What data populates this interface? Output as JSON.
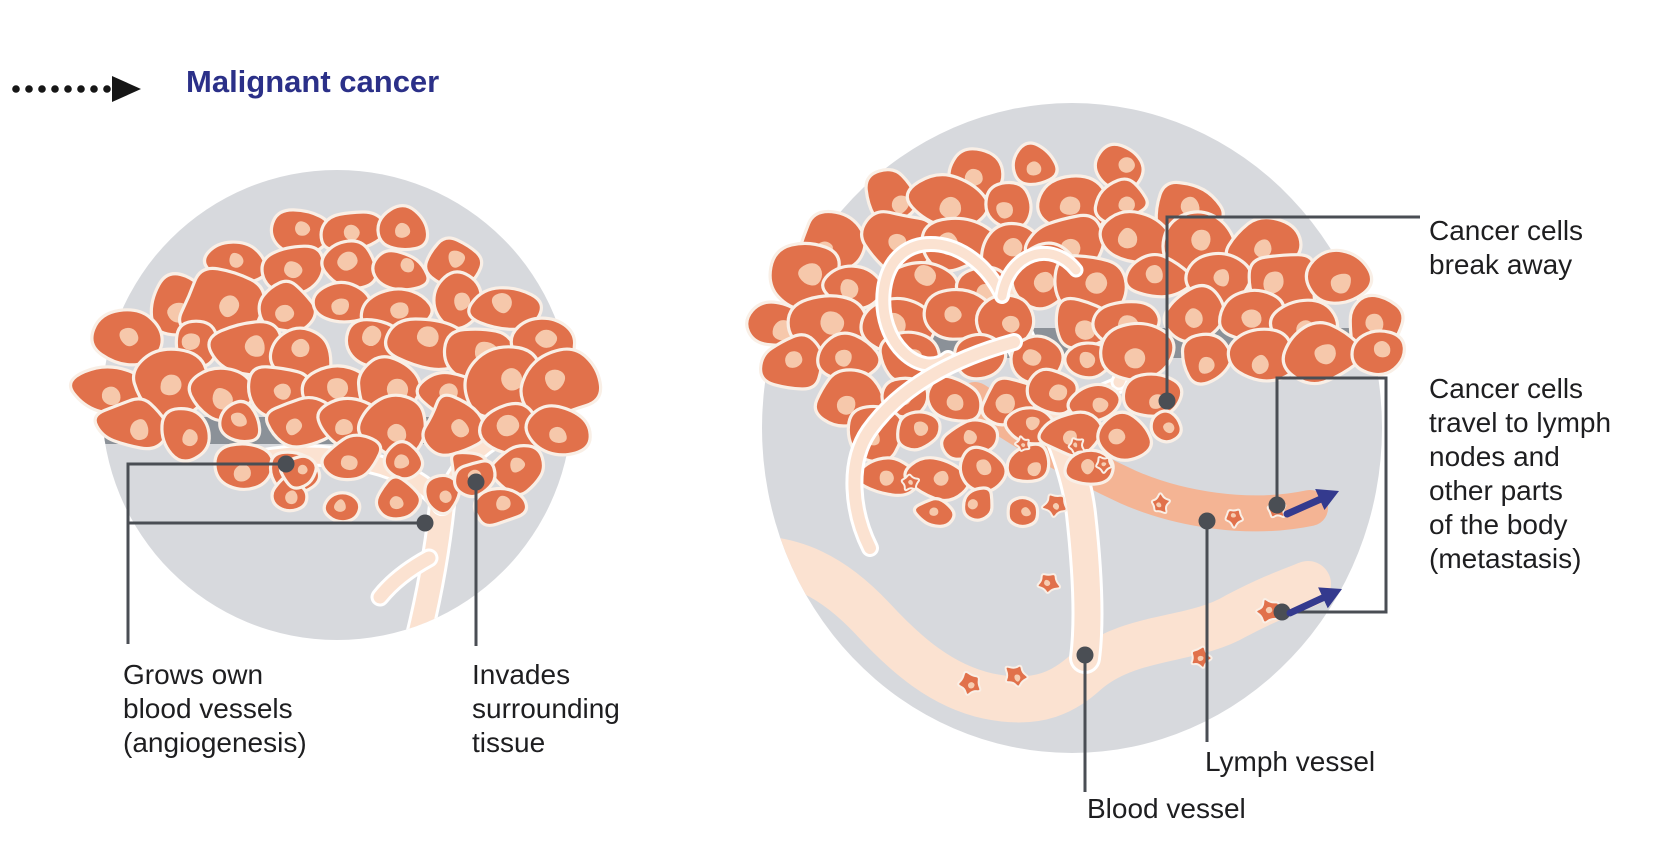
{
  "labels": {
    "title": "Malignant cancer",
    "grows": "Grows own\nblood vessels\n(angiogenesis)",
    "invades": "Invades\nsurrounding\ntissue",
    "break_away": "Cancer cells\nbreak away",
    "metastasis": "Cancer cells\ntravel to lymph\nnodes and\nother parts\nof the body\n(metastasis)",
    "lymph": "Lymph vessel",
    "blood": "Blood vessel"
  },
  "icons": {
    "legend_arrow": "dotted-arrow-right",
    "direction_arrows": "metastasis-direction-arrow"
  },
  "colors": {
    "background": "#ffffff",
    "tissue_gray": "#d7d9dd",
    "membrane_gray": "#8b9198",
    "cell_orange": "#e1714b",
    "cell_outline": "#f9efe6",
    "cell_nucleus": "#f6c8ab",
    "star_hole": "#f6cdb2",
    "vessel_blood": "#fbe2d1",
    "vessel_lymph": "#f4b494",
    "vessel_edge": "#ffffff",
    "arrow_navy": "#343a8e",
    "callout_gray": "#4a4e54",
    "legend_black": "#161616",
    "title_navy": "#2b3088",
    "label_text": "#1e1e20"
  }
}
